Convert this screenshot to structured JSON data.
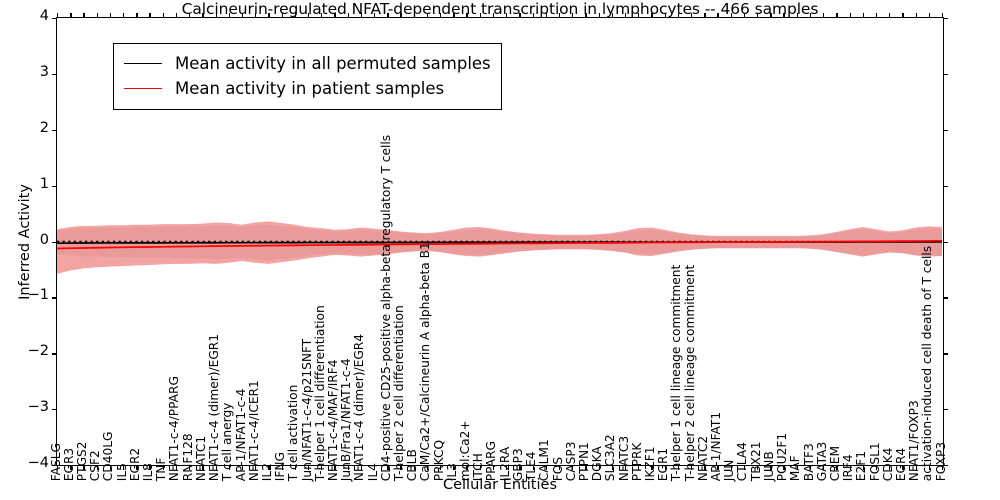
{
  "chart_data": {
    "type": "line",
    "title": "Calcineurin-regulated NFAT-dependent transcription in lymphocytes -- 466 samples",
    "xlabel": "Cellular Entities",
    "ylabel": "Inferred Activity",
    "ylim": [
      -4,
      4
    ],
    "yticks": [
      -4,
      -3,
      -2,
      -1,
      0,
      1,
      2,
      3,
      4
    ],
    "grid": false,
    "legend_position": "upper left",
    "n_samples": 466,
    "categories": [
      "FASLG",
      "EGR3",
      "PTGS2",
      "CSF2",
      "CD40LG",
      "IL5",
      "EGR2",
      "IL8",
      "TNF",
      "NFAT1-c-4/PPARG",
      "RNF128",
      "NFATC1",
      "NFAT1-c-4 (dimer)/EGR1",
      "T cell anergy",
      "AP-1/NFAT1-c-4",
      "NFAT1-c-4/ICER1",
      "IL2",
      "IFNG",
      "T cell activation",
      "Jun/NFAT1-c-4/p21SNFT",
      "T-helper 1 cell differentiation",
      "NFAT1-c-4/MAF/IRF4",
      "JunB/Fra1/NFAT1-c-4",
      "NFAT1-c-4 (dimer)/EGR4",
      "IL4",
      "CD4-positive CD25-positive alpha-beta regulatory T cells",
      "T-helper 2 cell differentiation",
      "CBLB",
      "CaM/Ca2+/Calcineurin A alpha-beta B1",
      "PRKCQ",
      "IL3",
      "mol:Ca2+",
      "ITCH",
      "PPARG",
      "IL2RA",
      "GBP3",
      "TLE4",
      "CALM1",
      "FOS",
      "CASP3",
      "PTPN1",
      "DGKA",
      "SLC3A2",
      "NFATC3",
      "PTPRK",
      "IKZF1",
      "EGR1",
      "T-helper 1 cell lineage commitment",
      "T-helper 2 cell lineage commitment",
      "NFATC2",
      "AP-1/NFAT1",
      "JUN",
      "CTLA4",
      "TBX21",
      "JUNB",
      "POU2F1",
      "MAF",
      "BATF3",
      "GATA3",
      "CREM",
      "IRF4",
      "E2F1",
      "FOSL1",
      "CDK4",
      "EGR4",
      "NFAT1/FOXP3",
      "activation-induced cell death of T cells",
      "FOXP3"
    ],
    "series": [
      {
        "name": "Mean activity in all permuted samples",
        "color": "#000000",
        "style": "solid",
        "values": [
          -0.03,
          -0.028,
          -0.027,
          -0.026,
          -0.026,
          -0.025,
          -0.025,
          -0.024,
          -0.024,
          -0.023,
          -0.023,
          -0.022,
          -0.022,
          -0.021,
          -0.021,
          -0.021,
          -0.02,
          -0.02,
          -0.02,
          -0.019,
          -0.019,
          -0.019,
          -0.018,
          -0.018,
          -0.018,
          -0.017,
          -0.017,
          -0.017,
          -0.016,
          -0.016,
          -0.016,
          -0.016,
          -0.015,
          -0.015,
          -0.015,
          -0.014,
          -0.014,
          -0.014,
          -0.014,
          -0.013,
          -0.013,
          -0.013,
          -0.013,
          -0.012,
          -0.012,
          -0.012,
          -0.012,
          -0.011,
          -0.011,
          -0.011,
          -0.011,
          -0.01,
          -0.01,
          -0.01,
          -0.01,
          -0.01,
          -0.009,
          -0.009,
          -0.009,
          -0.009,
          -0.009,
          -0.008,
          -0.008,
          -0.008,
          -0.008,
          -0.008,
          -0.008,
          -0.007
        ]
      },
      {
        "name": "Mean activity in patient samples",
        "color": "#ff0000",
        "style": "solid",
        "values": [
          -0.125,
          -0.12,
          -0.116,
          -0.112,
          -0.108,
          -0.104,
          -0.101,
          -0.098,
          -0.095,
          -0.092,
          -0.089,
          -0.086,
          -0.083,
          -0.081,
          -0.078,
          -0.076,
          -0.073,
          -0.071,
          -0.069,
          -0.066,
          -0.064,
          -0.062,
          -0.06,
          -0.058,
          -0.056,
          -0.054,
          -0.052,
          -0.05,
          -0.048,
          -0.046,
          -0.044,
          -0.042,
          -0.04,
          -0.038,
          -0.037,
          -0.035,
          -0.033,
          -0.031,
          -0.03,
          -0.028,
          -0.027,
          -0.025,
          -0.024,
          -0.022,
          -0.021,
          -0.019,
          -0.018,
          -0.016,
          -0.015,
          -0.014,
          -0.012,
          -0.011,
          -0.01,
          -0.008,
          -0.007,
          -0.006,
          -0.005,
          -0.003,
          -0.002,
          -0.001,
          0.0,
          0.002,
          0.003,
          0.005,
          0.006,
          0.008,
          0.01,
          0.012
        ]
      },
      {
        "name": "Zero reference (dotted)",
        "color": "#000000",
        "style": "dotted",
        "values": [
          0.0,
          0.0,
          0.0,
          0.0,
          0.0,
          0.0,
          0.0,
          0.0,
          0.0,
          0.0,
          0.0,
          0.0,
          0.0,
          0.0,
          0.0,
          0.0,
          0.0,
          0.0,
          0.0,
          0.0,
          0.0,
          0.0,
          0.0,
          0.0,
          0.0,
          0.0,
          0.0,
          0.0,
          0.0,
          0.0,
          0.0,
          0.0,
          0.0,
          0.0,
          0.0,
          0.0,
          0.0,
          0.0,
          0.0,
          0.0,
          0.0,
          0.0,
          0.0,
          0.0,
          0.0,
          0.0,
          0.0,
          0.0,
          0.0,
          0.0,
          0.0,
          0.0,
          0.0,
          0.0,
          0.0,
          0.0,
          0.0,
          0.0,
          0.0,
          0.0,
          0.0,
          0.0,
          0.0,
          0.0,
          0.0,
          0.0,
          0.0,
          0.0
        ]
      }
    ],
    "bands": [
      {
        "name": "patient samples spread",
        "color": "#f08080",
        "opacity": 0.75,
        "upper": [
          0.22,
          0.26,
          0.28,
          0.28,
          0.29,
          0.29,
          0.3,
          0.3,
          0.31,
          0.31,
          0.31,
          0.32,
          0.34,
          0.33,
          0.3,
          0.34,
          0.36,
          0.33,
          0.3,
          0.26,
          0.24,
          0.21,
          0.22,
          0.25,
          0.23,
          0.21,
          0.18,
          0.16,
          0.15,
          0.17,
          0.21,
          0.25,
          0.26,
          0.23,
          0.19,
          0.16,
          0.14,
          0.13,
          0.12,
          0.12,
          0.12,
          0.13,
          0.15,
          0.19,
          0.24,
          0.25,
          0.21,
          0.16,
          0.13,
          0.11,
          0.1,
          0.1,
          0.1,
          0.1,
          0.1,
          0.1,
          0.1,
          0.11,
          0.13,
          0.17,
          0.22,
          0.26,
          0.22,
          0.18,
          0.2,
          0.25,
          0.27,
          0.26
        ],
        "lower": [
          -0.58,
          -0.52,
          -0.48,
          -0.46,
          -0.45,
          -0.44,
          -0.43,
          -0.42,
          -0.41,
          -0.4,
          -0.4,
          -0.39,
          -0.4,
          -0.38,
          -0.35,
          -0.38,
          -0.4,
          -0.37,
          -0.34,
          -0.3,
          -0.27,
          -0.24,
          -0.25,
          -0.27,
          -0.25,
          -0.23,
          -0.2,
          -0.18,
          -0.17,
          -0.19,
          -0.23,
          -0.26,
          -0.27,
          -0.24,
          -0.21,
          -0.18,
          -0.16,
          -0.15,
          -0.14,
          -0.14,
          -0.14,
          -0.15,
          -0.17,
          -0.2,
          -0.25,
          -0.26,
          -0.22,
          -0.18,
          -0.15,
          -0.13,
          -0.12,
          -0.12,
          -0.12,
          -0.12,
          -0.12,
          -0.12,
          -0.12,
          -0.13,
          -0.15,
          -0.19,
          -0.23,
          -0.27,
          -0.23,
          -0.2,
          -0.21,
          -0.25,
          -0.27,
          -0.26
        ]
      },
      {
        "name": "permuted samples spread",
        "color": "#c8c8c8",
        "opacity": 0.6,
        "upper": [
          0.19,
          0.22,
          0.24,
          0.24,
          0.25,
          0.25,
          0.26,
          0.26,
          0.26,
          0.27,
          0.27,
          0.27,
          0.29,
          0.28,
          0.26,
          0.29,
          0.3,
          0.28,
          0.26,
          0.22,
          0.2,
          0.18,
          0.19,
          0.21,
          0.2,
          0.18,
          0.16,
          0.14,
          0.13,
          0.15,
          0.18,
          0.21,
          0.22,
          0.2,
          0.17,
          0.14,
          0.12,
          0.11,
          0.1,
          0.1,
          0.1,
          0.11,
          0.13,
          0.16,
          0.2,
          0.21,
          0.18,
          0.14,
          0.11,
          0.1,
          0.09,
          0.09,
          0.09,
          0.09,
          0.09,
          0.09,
          0.09,
          0.09,
          0.11,
          0.15,
          0.19,
          0.22,
          0.19,
          0.15,
          0.17,
          0.21,
          0.23,
          0.22
        ],
        "lower": [
          -0.22,
          -0.25,
          -0.27,
          -0.27,
          -0.28,
          -0.28,
          -0.29,
          -0.29,
          -0.29,
          -0.3,
          -0.3,
          -0.3,
          -0.32,
          -0.31,
          -0.29,
          -0.32,
          -0.33,
          -0.31,
          -0.29,
          -0.25,
          -0.23,
          -0.21,
          -0.22,
          -0.24,
          -0.23,
          -0.21,
          -0.19,
          -0.17,
          -0.16,
          -0.18,
          -0.21,
          -0.24,
          -0.25,
          -0.23,
          -0.2,
          -0.17,
          -0.15,
          -0.14,
          -0.13,
          -0.13,
          -0.13,
          -0.14,
          -0.16,
          -0.19,
          -0.23,
          -0.24,
          -0.21,
          -0.17,
          -0.14,
          -0.13,
          -0.12,
          -0.12,
          -0.12,
          -0.12,
          -0.12,
          -0.12,
          -0.12,
          -0.12,
          -0.14,
          -0.18,
          -0.22,
          -0.25,
          -0.22,
          -0.18,
          -0.2,
          -0.24,
          -0.26,
          -0.25
        ]
      }
    ]
  },
  "legend": {
    "entries": [
      {
        "label": "Mean activity in all permuted samples",
        "color": "#000000"
      },
      {
        "label": "Mean activity in patient samples",
        "color": "#ff0000"
      }
    ]
  }
}
